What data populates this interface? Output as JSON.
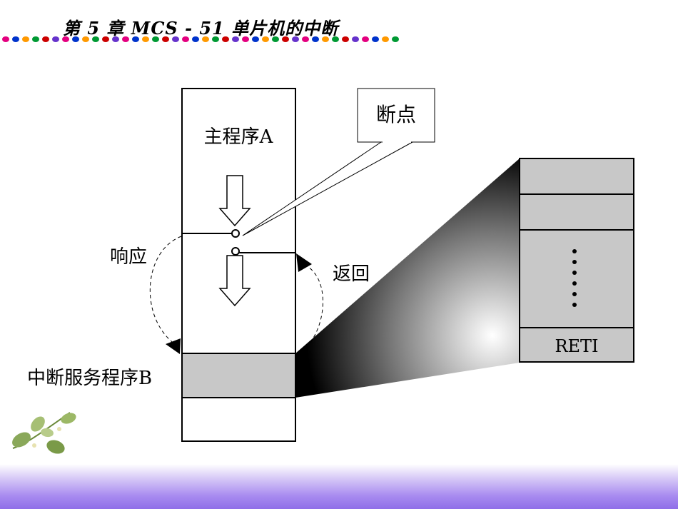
{
  "header": {
    "title": "第 5 章  MCS - 51 单片机的中断",
    "dot_colors": [
      "#e4007f",
      "#0033cc",
      "#ff9900",
      "#009933",
      "#cc0000",
      "#6633cc"
    ]
  },
  "diagram": {
    "main_program_label": "主程序A",
    "breakpoint_label": "断点",
    "respond_label": "响应",
    "return_label": "返回",
    "isr_label": "中断服务程序B",
    "reti_label": "RETI",
    "colors": {
      "block_fill": "#c8c8c8",
      "line": "#000000"
    }
  },
  "decoration": {
    "leaf_icon": "leaf-icon"
  }
}
